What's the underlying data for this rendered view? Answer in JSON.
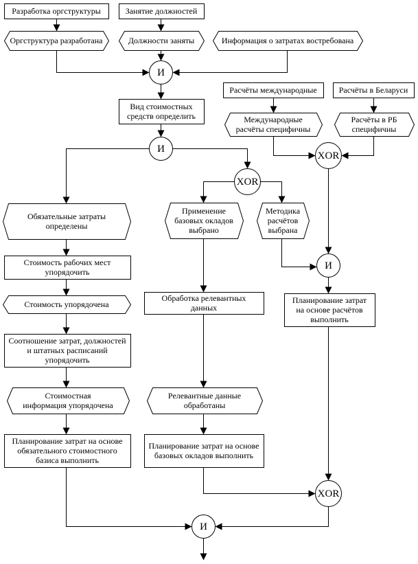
{
  "functions": {
    "f_develop_org": "Разработка оргструктуры",
    "f_fill_positions": "Занятие должностей",
    "f_define_cost_means": [
      "Вид стоимостных",
      "средств определить"
    ],
    "f_order_workplace_cost": [
      "Стоимость рабочих мест",
      "упорядочить"
    ],
    "f_order_ratio": [
      "Соотношение затрат, должностей",
      "и штатных расписаний",
      "упорядочить"
    ],
    "f_plan_mandatory": [
      "Планирование затрат на основе",
      "обязательного стоимостного",
      "базиса выполнить"
    ],
    "f_process_relevant": [
      "Обработка релевантных",
      "данных"
    ],
    "f_plan_base": [
      "Планирование затрат на основе",
      "базовых окладов выполнить"
    ],
    "f_intl_calc": "Расчёты международные",
    "f_by_calc": "Расчёты в Беларуси",
    "f_plan_calc": [
      "Планирование затрат",
      "на основе расчётов",
      "выполнить"
    ]
  },
  "events": {
    "e_org_developed": "Оргструктура разработана",
    "e_positions_filled": "Должности заняты",
    "e_cost_info_requested": "Информация о затратах востребована",
    "e_intl_specific": [
      "Международные",
      "расчёты специфичны"
    ],
    "e_by_specific": [
      "Расчёты в РБ",
      "специфичны"
    ],
    "e_mandatory_defined": [
      "Обязательные затраты",
      "определены"
    ],
    "e_base_selected": [
      "Применение",
      "базовых окладов",
      "выбрано"
    ],
    "e_method_selected": [
      "Методика",
      "расчётов",
      "выбрана"
    ],
    "e_cost_ordered": "Стоимость упорядочена",
    "e_cost_info_ordered": [
      "Стоимостная",
      "информация упорядочена"
    ],
    "e_relevant_processed": [
      "Релевантные данные",
      "обработаны"
    ]
  },
  "connectors": {
    "and_1": "И",
    "and_2": "И",
    "xor_1": "XOR",
    "xor_2": "XOR",
    "and_3": "И",
    "xor_3": "XOR",
    "and_4": "И"
  }
}
